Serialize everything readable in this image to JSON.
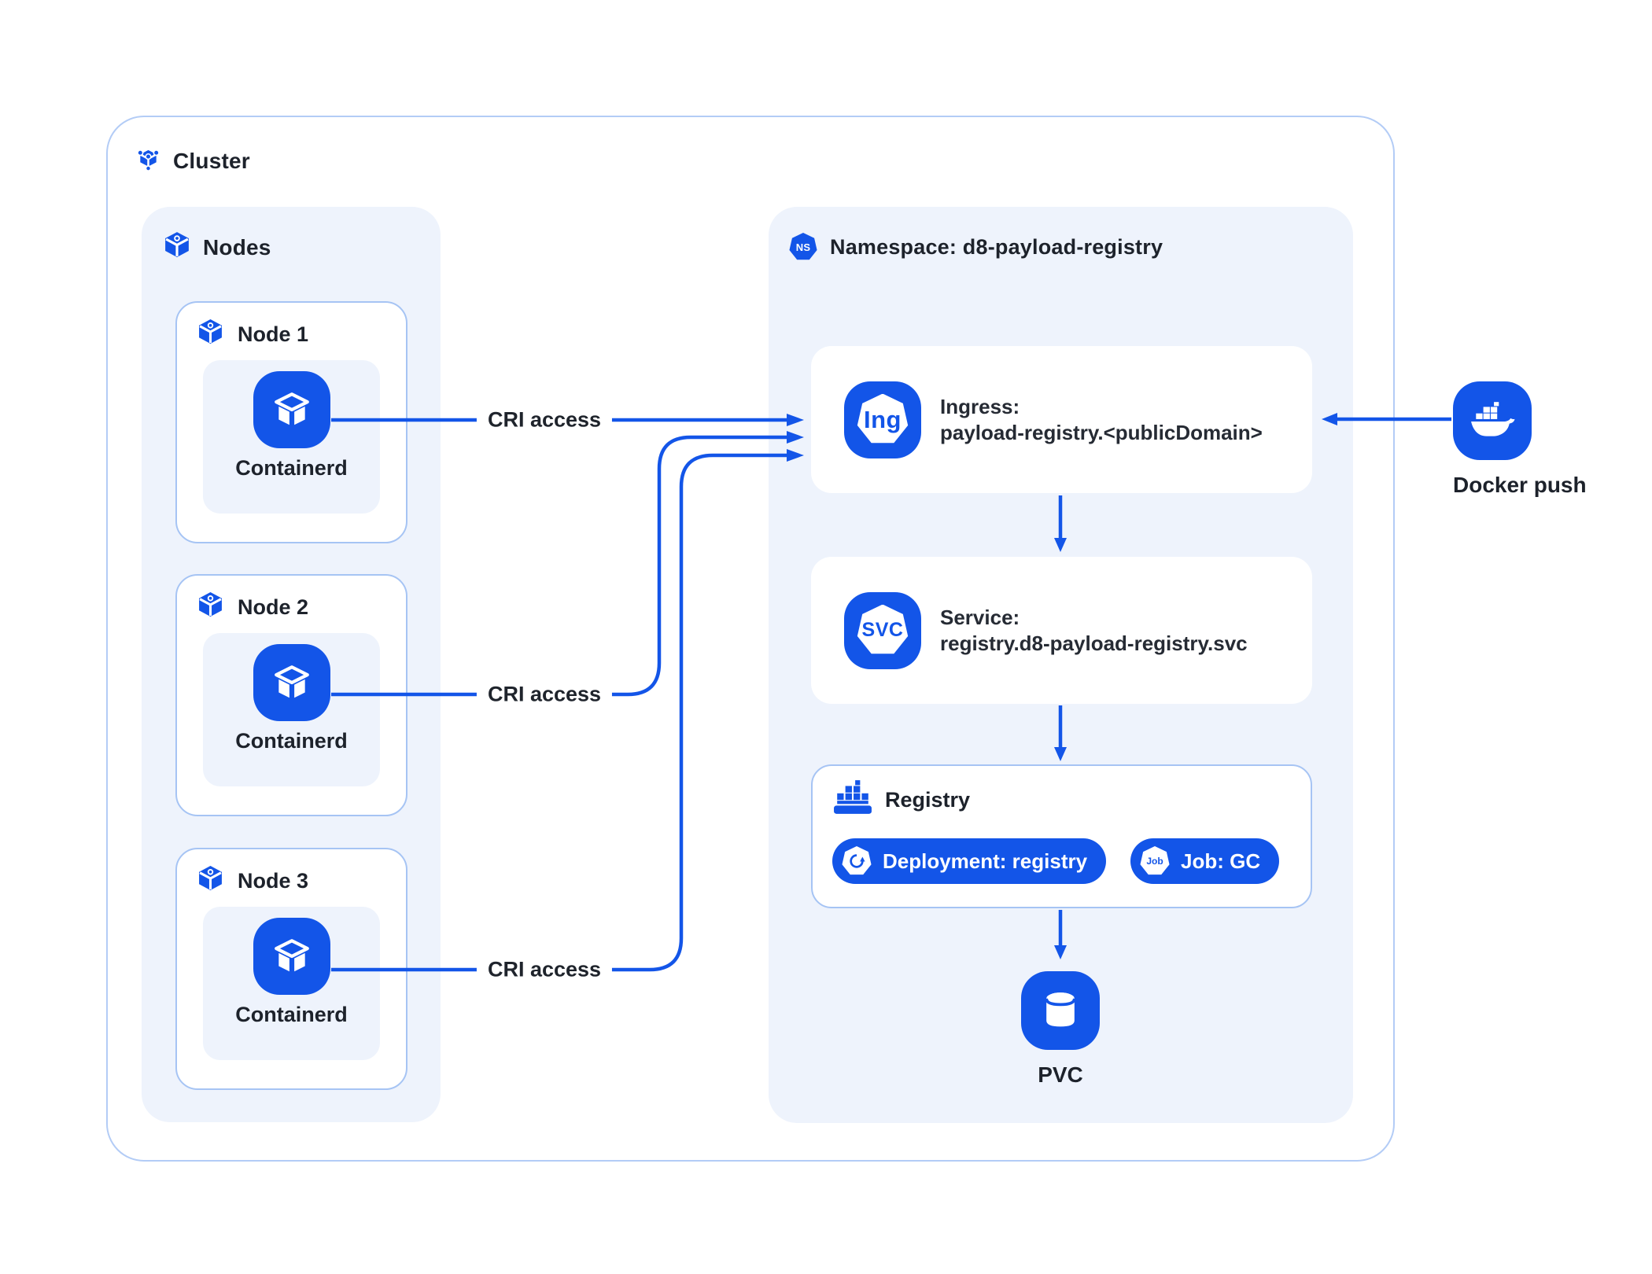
{
  "cluster": {
    "label": "Cluster"
  },
  "nodes_panel": {
    "label": "Nodes",
    "nodes": [
      {
        "label": "Node 1",
        "runtime_label": "Containerd"
      },
      {
        "label": "Node 2",
        "runtime_label": "Containerd"
      },
      {
        "label": "Node 3",
        "runtime_label": "Containerd"
      }
    ]
  },
  "namespace_panel": {
    "label": "Namespace: d8-payload-registry",
    "ns_badge": "NS",
    "ingress": {
      "icon_label": "Ing",
      "title": "Ingress:",
      "subtitle": "payload-registry.<publicDomain>"
    },
    "service": {
      "icon_label": "SVC",
      "title": "Service:",
      "subtitle": "registry.d8-payload-registry.svc"
    },
    "registry": {
      "label": "Registry",
      "deployment_button": "Deployment: registry",
      "job_button": "Job: GC",
      "job_badge": "Job"
    },
    "pvc": {
      "label": "PVC"
    }
  },
  "external": {
    "docker_label": "Docker push"
  },
  "edges": {
    "cri_1": "CRI access",
    "cri_2": "CRI access",
    "cri_3": "CRI access"
  },
  "colors": {
    "accent": "#1355e8",
    "panel_border": "#a6c4f4",
    "panel_bg": "#eef3fc",
    "text": "#20242c"
  }
}
